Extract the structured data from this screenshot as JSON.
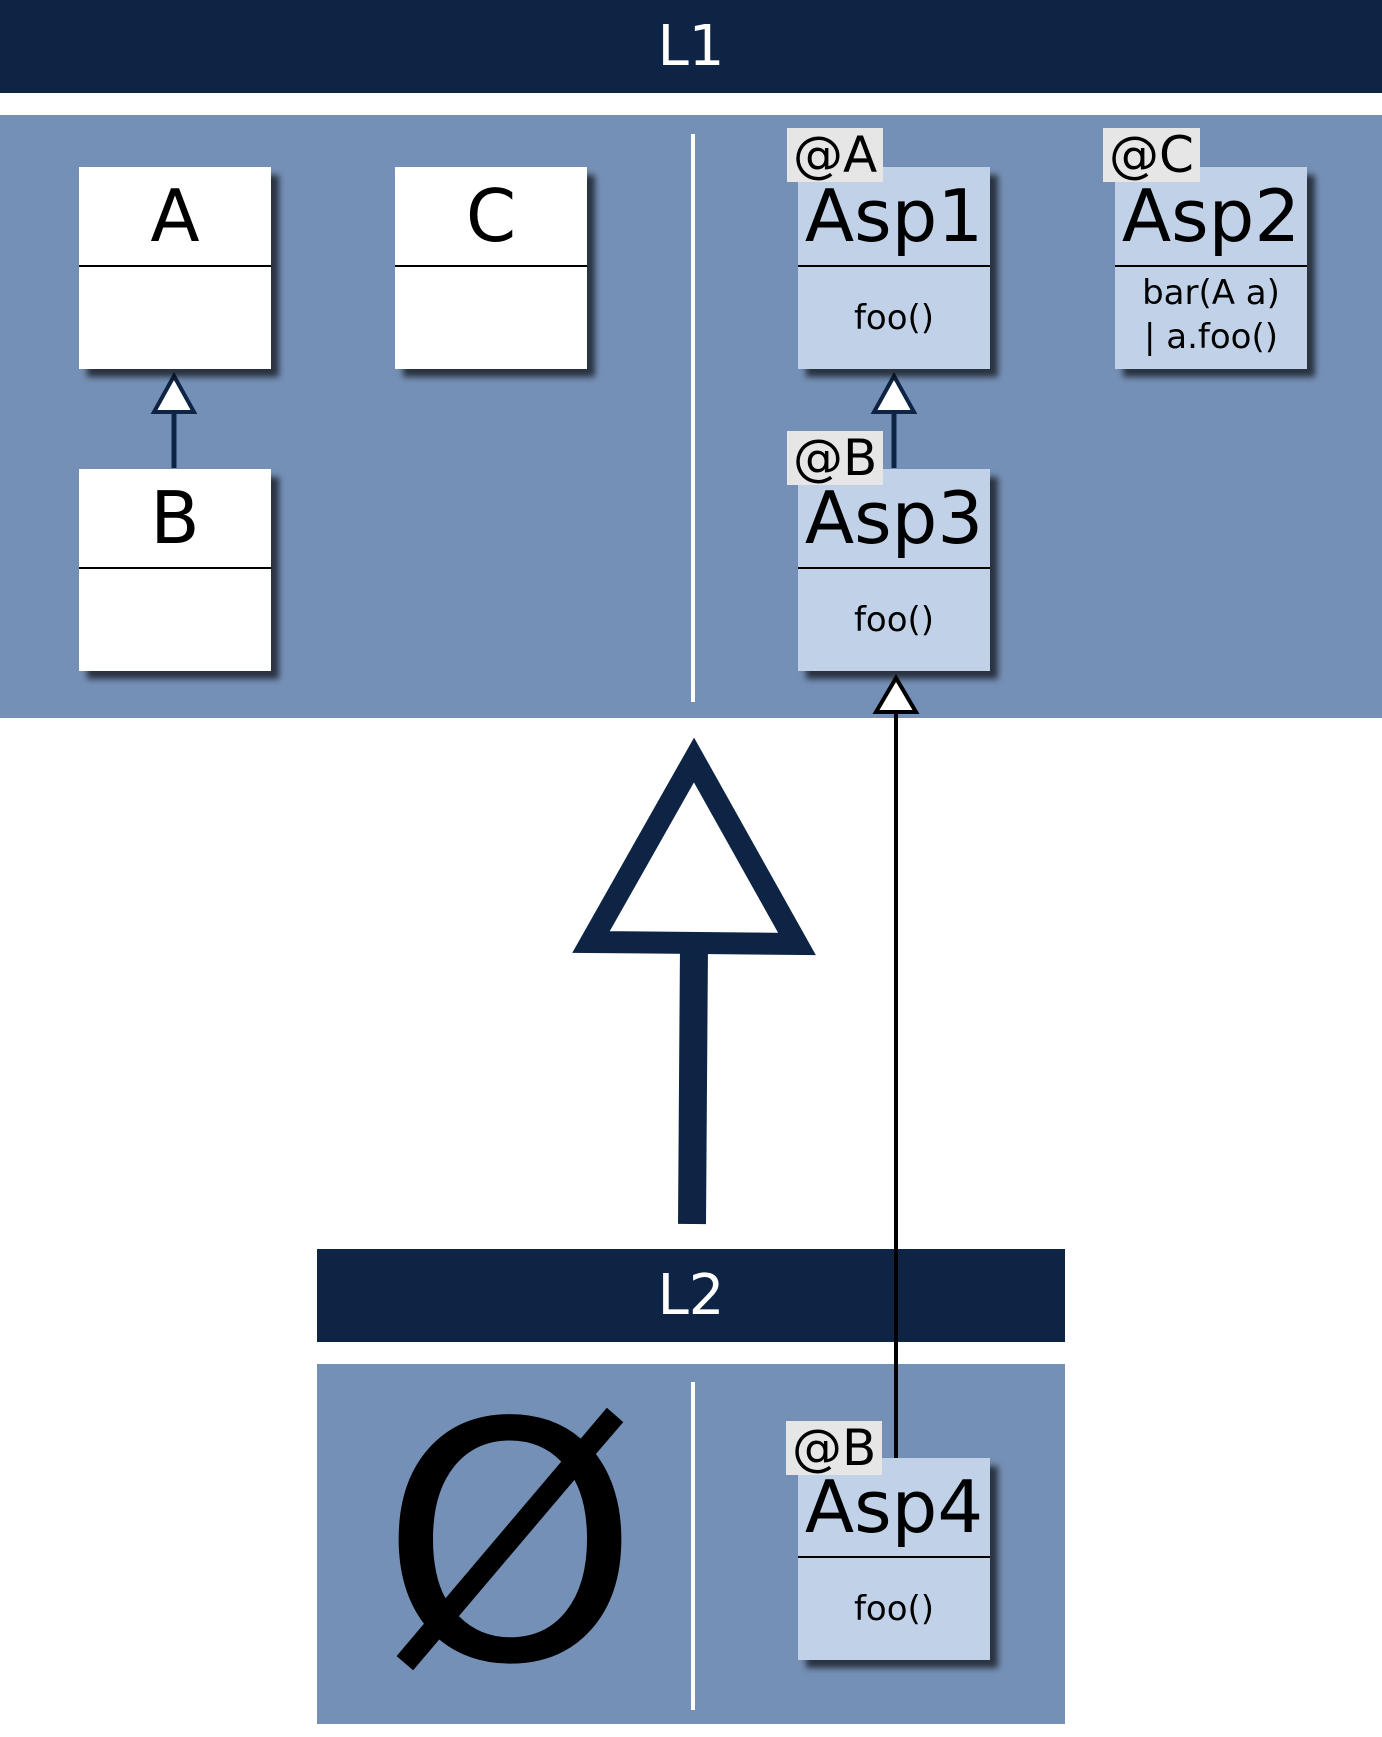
{
  "layers": {
    "l1": {
      "title": "L1"
    },
    "l2": {
      "title": "L2"
    }
  },
  "classes": {
    "a": {
      "name": "A",
      "body": ""
    },
    "b": {
      "name": "B",
      "body": ""
    },
    "c": {
      "name": "C",
      "body": ""
    }
  },
  "aspects": {
    "asp1": {
      "annotation": "@A",
      "name": "Asp1",
      "body": "foo()"
    },
    "asp2": {
      "annotation": "@C",
      "name": "Asp2",
      "body_line1": "bar(A a)",
      "body_line2": "| a.foo()"
    },
    "asp3": {
      "annotation": "@B",
      "name": "Asp3",
      "body": "foo()"
    },
    "asp4": {
      "annotation": "@B",
      "name": "Asp4",
      "body": "foo()"
    }
  },
  "l2_classes": {
    "empty_symbol": "Ø"
  },
  "colors": {
    "header": "#0d2444",
    "layer_body": "#7590b6",
    "aspect_fill": "#c0d1e8",
    "annotation_fill": "#e6e6e6"
  }
}
